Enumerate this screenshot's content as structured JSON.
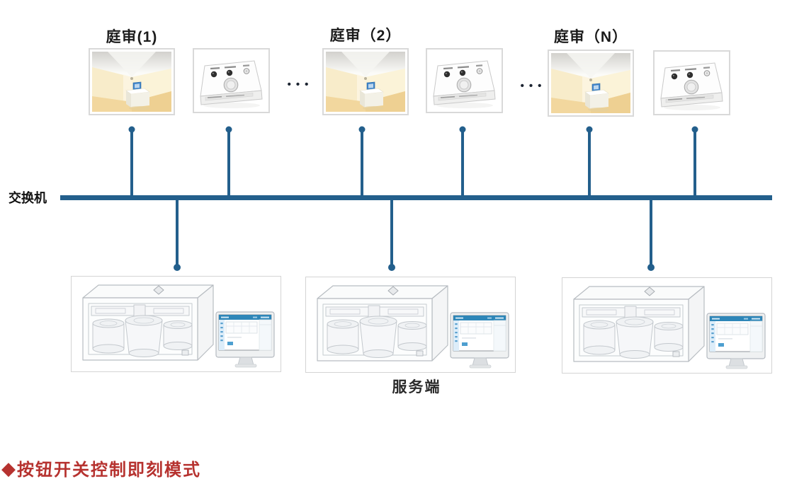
{
  "diagram": {
    "courtrooms": [
      {
        "label": "庭审(1)"
      },
      {
        "label": "庭审（2）"
      },
      {
        "label": "庭审（N）"
      }
    ],
    "ellipsis": "•••",
    "switch_label": "交换机",
    "server_label": "服务端",
    "icons": {
      "courtroom_image": "courtroom-3d-room-image",
      "control_panel_image": "button-panel-device-image",
      "server_unit_image": "disc-recorder-and-monitor-image"
    },
    "colors": {
      "connector_blue": "#235f8c",
      "room_wall_cream": "#f9eecb",
      "room_floor_tan": "#f2d79e",
      "monitor_header_blue": "#2e86b8",
      "footer_red": "#b6322f"
    }
  },
  "footer": {
    "bullet_icon": "◆",
    "label": "按钮开关控制即刻模式"
  }
}
